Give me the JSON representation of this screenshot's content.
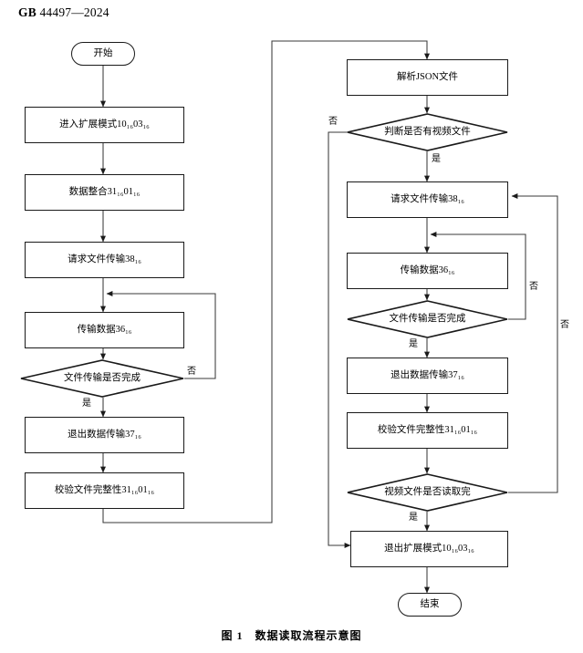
{
  "header": {
    "standard_prefix": "GB",
    "standard_number": "44497—2024"
  },
  "caption": "图 1　数据读取流程示意图",
  "flow": {
    "left_column": {
      "start": "开始",
      "nodes": [
        {
          "id": "enter-extended-mode",
          "type": "process",
          "text": "进入扩展模式10₁₆03₁₆"
        },
        {
          "id": "data-integration",
          "type": "process",
          "text": "数据整合31₁₆01₁₆"
        },
        {
          "id": "request-file-transfer",
          "type": "process",
          "text": "请求文件传输38₁₆"
        },
        {
          "id": "transfer-data",
          "type": "process",
          "text": "传输数据36₁₆"
        },
        {
          "id": "file-transfer-done",
          "type": "decision",
          "text": "文件传输是否完成"
        },
        {
          "id": "exit-data-transfer",
          "type": "process",
          "text": "退出数据传输37₁₆"
        },
        {
          "id": "verify-file-integrity",
          "type": "process",
          "text": "校验文件完整性31₁₆01₁₆"
        }
      ]
    },
    "right_column": {
      "end": "结束",
      "nodes": [
        {
          "id": "parse-json-file",
          "type": "process",
          "text": "解析JSON文件"
        },
        {
          "id": "has-video-file",
          "type": "decision",
          "text": "判断是否有视频文件"
        },
        {
          "id": "request-file-transfer-2",
          "type": "process",
          "text": "请求文件传输38₁₆"
        },
        {
          "id": "transfer-data-2",
          "type": "process",
          "text": "传输数据36₁₆"
        },
        {
          "id": "file-transfer-done-2",
          "type": "decision",
          "text": "文件传输是否完成"
        },
        {
          "id": "exit-data-transfer-2",
          "type": "process",
          "text": "退出数据传输37₁₆"
        },
        {
          "id": "verify-file-integrity-2",
          "type": "process",
          "text": "校验文件完整性31₁₆01₁₆"
        },
        {
          "id": "video-files-read-done",
          "type": "decision",
          "text": "视频文件是否读取完"
        },
        {
          "id": "exit-extended-mode",
          "type": "process",
          "text": "退出扩展模式10₁₆03₁₆"
        }
      ]
    },
    "edge_labels": {
      "left_no": "否",
      "left_yes": "是",
      "right_no_video": "否",
      "right_yes_video": "是",
      "right_no_transfer": "否",
      "right_yes_transfer": "是",
      "right_no_readall": "否",
      "right_yes_readall": "是"
    }
  },
  "colors": {
    "stroke": "#1a1a1a",
    "background": "#ffffff",
    "text": "#000000"
  }
}
